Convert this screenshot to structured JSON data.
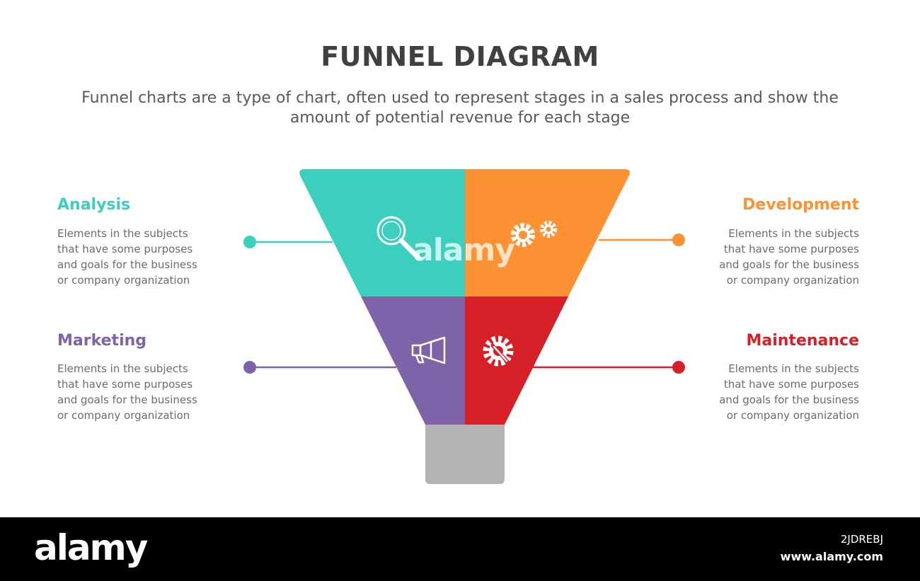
{
  "header": {
    "title": "FUNNEL DIAGRAM",
    "subtitle_line1": "Funnel charts are a type of chart, often used to represent stages in a sales process and show the",
    "subtitle_line2": "amount of potential revenue for each stage"
  },
  "stages": {
    "analysis": {
      "title": "Analysis",
      "desc": [
        "Elements in the subjects",
        "that have some purposes",
        "and goals for the  business",
        "or company organization"
      ],
      "color": "#3ccfbd",
      "icon": "magnifier-icon"
    },
    "development": {
      "title": "Development",
      "desc": [
        "Elements in the subjects",
        "that have some purposes",
        "and goals for the  business",
        "or company organization"
      ],
      "color": "#fd9235",
      "icon": "gears-icon"
    },
    "marketing": {
      "title": "Marketing",
      "desc": [
        "Elements in the subjects",
        "that have some purposes",
        "and goals for the  business",
        "or company organization"
      ],
      "color": "#7e63a8",
      "icon": "megaphone-icon"
    },
    "maintenance": {
      "title": "Maintenance",
      "desc": [
        "Elements in the subjects",
        "that have some purposes",
        "and goals for the  business",
        "or company organization"
      ],
      "color": "#d71f27",
      "icon": "gear-wrench-icon"
    }
  },
  "funnel_stem_color": "#b3b3b3",
  "watermark": "alamy",
  "footer": {
    "logo": "alamy",
    "image_id": "2JDREBJ",
    "url": "www.alamy.com"
  }
}
